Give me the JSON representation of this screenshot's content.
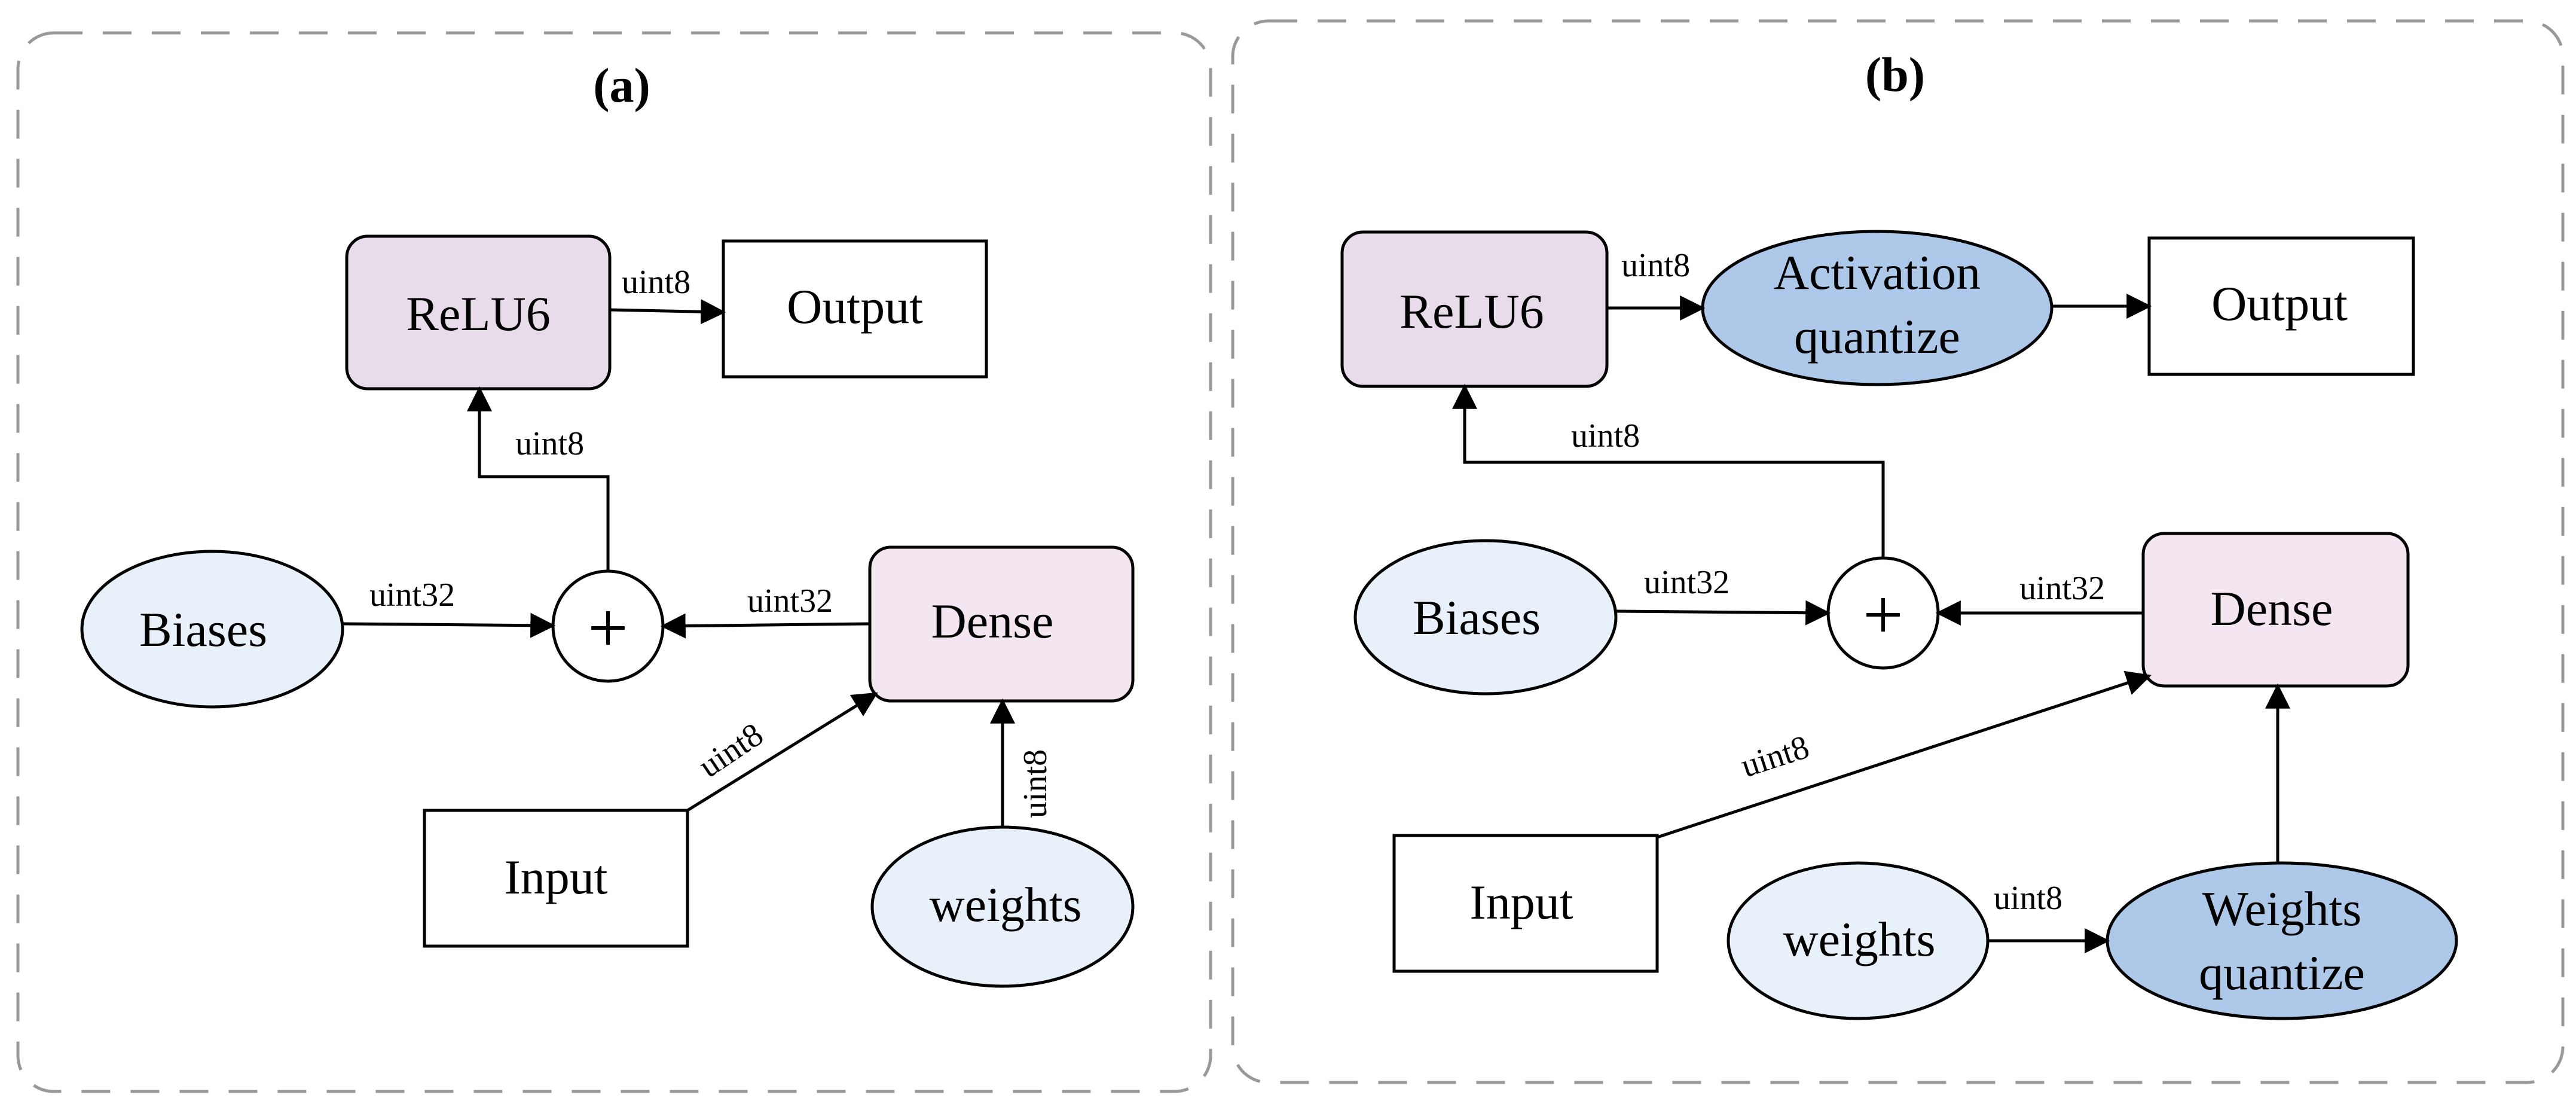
{
  "panel_a": {
    "label": "(a)",
    "nodes": {
      "relu": "ReLU6",
      "output": "Output",
      "biases": "Biases",
      "dense": "Dense",
      "input": "Input",
      "weights": "weights",
      "sum": "+"
    },
    "edges": {
      "relu_to_output": "uint8",
      "sum_to_relu": "uint8",
      "biases_to_sum": "uint32",
      "dense_to_sum": "uint32",
      "input_to_dense": "uint8",
      "weights_to_dense": "uint8"
    }
  },
  "panel_b": {
    "label": "(b)",
    "nodes": {
      "relu": "ReLU6",
      "activation_quantize_line1": "Activation",
      "activation_quantize_line2": "quantize",
      "output": "Output",
      "biases": "Biases",
      "dense": "Dense",
      "input": "Input",
      "weights": "weights",
      "weights_quantize_line1": "Weights",
      "weights_quantize_line2": "quantize",
      "sum": "+"
    },
    "edges": {
      "relu_to_activation": "uint8",
      "sum_to_relu": "uint8",
      "biases_to_sum": "uint32",
      "dense_to_sum": "uint32",
      "input_to_dense": "uint8",
      "weights_to_quantize": "uint8"
    }
  },
  "colors": {
    "relu_fill": "#e8dcea",
    "dense_fill": "#f3e6f0",
    "light_ellipse_fill": "#e8f0fa",
    "quantize_fill": "#adc8e8",
    "frame_stroke": "#999999"
  }
}
